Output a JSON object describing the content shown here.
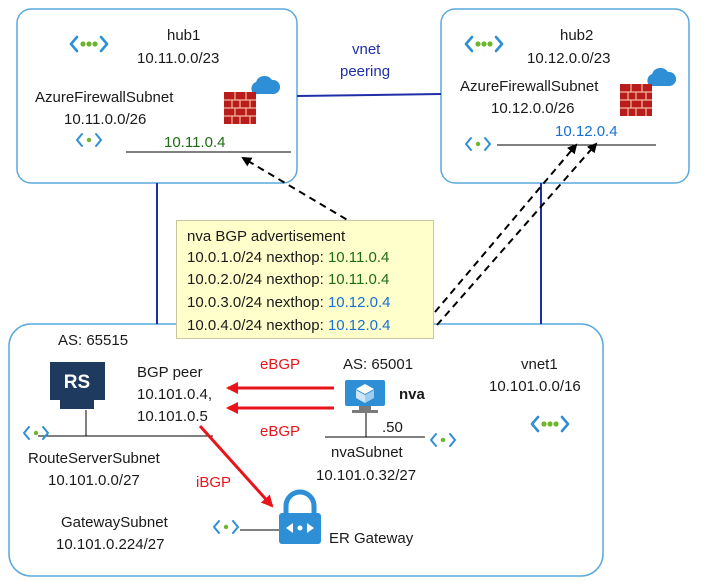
{
  "hub1": {
    "name": "hub1",
    "cidr": "10.11.0.0/23",
    "subnet_name": "AzureFirewallSubnet",
    "subnet_cidr": "10.11.0.0/26",
    "fw_ip": "10.11.0.4"
  },
  "hub2": {
    "name": "hub2",
    "cidr": "10.12.0.0/23",
    "subnet_name": "AzureFirewallSubnet",
    "subnet_cidr": "10.12.0.0/26",
    "fw_ip": "10.12.0.4"
  },
  "peering": {
    "line1": "vnet",
    "line2": "peering"
  },
  "advertisement": {
    "title": "nva BGP advertisement",
    "routes": [
      {
        "prefix": "10.0.1.0/24 nexthop: ",
        "nexthop": "10.11.0.4"
      },
      {
        "prefix": "10.0.2.0/24 nexthop: ",
        "nexthop": "10.11.0.4"
      },
      {
        "prefix": "10.0.3.0/24 nexthop: ",
        "nexthop": "10.12.0.4"
      },
      {
        "prefix": "10.0.4.0/24 nexthop: ",
        "nexthop": "10.12.0.4"
      }
    ]
  },
  "vnet1": {
    "name": "vnet1",
    "cidr": "10.101.0.0/16",
    "as_route_server": "AS: 65515",
    "route_server_icon": "RS",
    "bgp_peer_label": "BGP peer",
    "bgp_peer_ip1": "10.101.0.4,",
    "bgp_peer_ip2": "10.101.0.5",
    "as_nva": "AS: 65001",
    "nva_label": "nva",
    "nva_ip_suffix": ".50",
    "ebgp_label_1": "eBGP",
    "ebgp_label_2": "eBGP",
    "ibgp_label": "iBGP",
    "route_server_subnet_name": "RouteServerSubnet",
    "route_server_subnet_cidr": "10.101.0.0/27",
    "nva_subnet_name": "nvaSubnet",
    "nva_subnet_cidr": "10.101.0.32/27",
    "gateway_subnet_name": "GatewaySubnet",
    "gateway_subnet_cidr": "10.101.0.224/27",
    "er_gateway_label": "ER Gateway"
  },
  "colors": {
    "vnet_border": "#5aa9dc",
    "peering_line": "#1f2fa8",
    "ebgp_arrow": "#e8141b",
    "next_hop_hub1": "#1e6b12",
    "next_hop_hub2": "#1670d6",
    "advertisement_bg": "#ffffcc"
  },
  "icons": {
    "vnet": "vnet-icon",
    "subnet": "subnet-icon",
    "firewall": "azure-firewall-icon",
    "route_server": "route-server-icon",
    "nva": "virtual-machine-icon",
    "er_gateway": "expressroute-gateway-icon"
  }
}
